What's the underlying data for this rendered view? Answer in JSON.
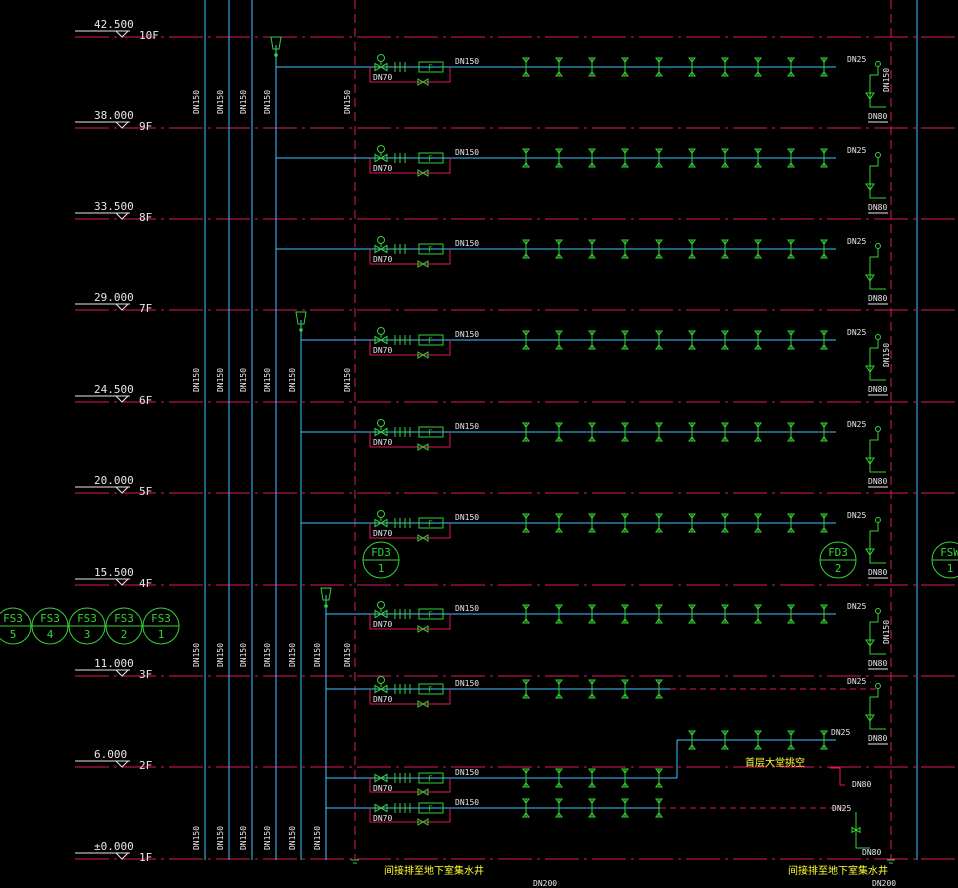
{
  "floors": [
    {
      "elev": "42.500",
      "name": "10F"
    },
    {
      "elev": "38.000",
      "name": "9F"
    },
    {
      "elev": "33.500",
      "name": "8F"
    },
    {
      "elev": "29.000",
      "name": "7F"
    },
    {
      "elev": "24.500",
      "name": "6F"
    },
    {
      "elev": "20.000",
      "name": "5F"
    },
    {
      "elev": "15.500",
      "name": "4F"
    },
    {
      "elev": "11.000",
      "name": "3F"
    },
    {
      "elev": "6.000",
      "name": "2F"
    },
    {
      "elev": "±0.000",
      "name": "1F"
    }
  ],
  "riser_label": "DN150",
  "branch_inlet_label": "DN70",
  "branch_main_label": "DN150",
  "branch_end_label": "DN25",
  "drain_label": "DN80",
  "flow_switch_glyph": "F",
  "fs_bubbles": [
    {
      "top": "FS3",
      "bottom": "5"
    },
    {
      "top": "FS3",
      "bottom": "4"
    },
    {
      "top": "FS3",
      "bottom": "3"
    },
    {
      "top": "FS3",
      "bottom": "2"
    },
    {
      "top": "FS3",
      "bottom": "1"
    }
  ],
  "fd_bubbles": [
    {
      "top": "FD3",
      "bottom": "1"
    },
    {
      "top": "FD3",
      "bottom": "2"
    }
  ],
  "fsw_bubble": {
    "top": "FSW",
    "bottom": "1"
  },
  "annotations": {
    "lobby": "首层大堂挑空",
    "drain_left": "间接排至地下室集水井",
    "drain_right": "间接排至地下室集水井",
    "bottom_left": "DN200",
    "bottom_right": "DN200"
  },
  "colors": {
    "background": "#000000",
    "grid": "#e0185a",
    "pipe": "#3fc6ff",
    "valve": "#35d335",
    "text": "#e8e8e8",
    "accent": "#ffff33"
  }
}
